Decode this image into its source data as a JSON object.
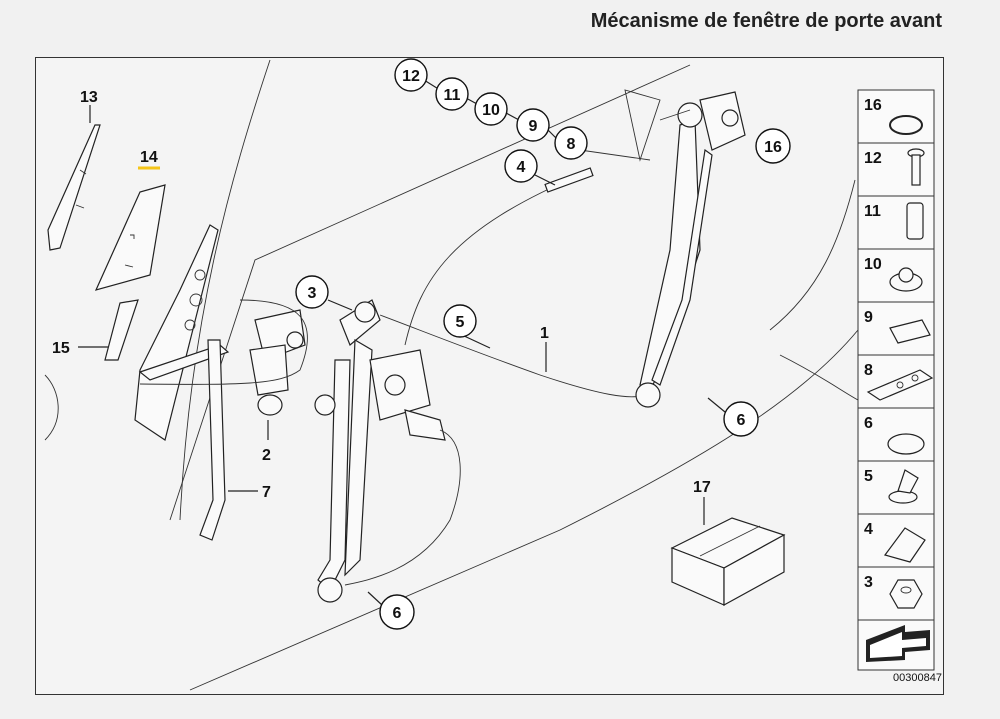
{
  "title": "Mécanisme de fenêtre de porte avant",
  "reference": "00300847",
  "labels": {
    "l13": "13",
    "l14": "14",
    "l15": "15",
    "l2": "2",
    "l7": "7",
    "l1": "1",
    "l17": "17"
  },
  "circled": {
    "c12": "12",
    "c11": "11",
    "c10": "10",
    "c9": "9",
    "c8": "8",
    "c4": "4",
    "c16": "16",
    "c3": "3",
    "c5": "5",
    "c6a": "6",
    "c6b": "6"
  },
  "sidebar": [
    "16",
    "12",
    "11",
    "10",
    "9",
    "8",
    "6",
    "5",
    "4",
    "3"
  ],
  "colors": {
    "highlight": "#f5c518",
    "line": "#222222"
  }
}
